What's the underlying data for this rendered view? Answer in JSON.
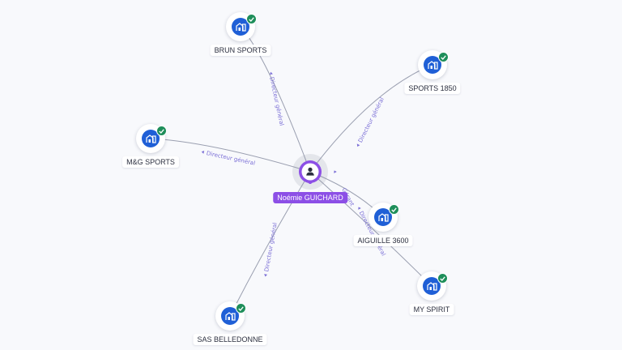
{
  "person": {
    "name": "Noémie GUICHARD",
    "icon": "user-icon",
    "accent_color": "#8c4fe6"
  },
  "companies": [
    {
      "id": "brun",
      "name": "BRUN SPORTS",
      "relation": "Directeur général",
      "verified": true,
      "icon": "company-building-icon"
    },
    {
      "id": "sports1850",
      "name": "SPORTS 1850",
      "relation": "Directeur général",
      "verified": true,
      "icon": "company-building-icon"
    },
    {
      "id": "mg",
      "name": "M&G SPORTS",
      "relation": "Directeur général",
      "verified": true,
      "icon": "company-building-icon"
    },
    {
      "id": "aiguille",
      "name": "AIGUILLE 3600",
      "relation": "Gérant",
      "verified": true,
      "icon": "company-building-icon"
    },
    {
      "id": "myspirit",
      "name": "MY SPIRIT",
      "relation": "Directeur général",
      "verified": true,
      "icon": "company-building-icon"
    },
    {
      "id": "belledonne",
      "name": "SAS BELLEDONNE",
      "relation": "Directeur général",
      "verified": true,
      "icon": "company-building-icon"
    }
  ],
  "colors": {
    "company_icon": "#1f5fd6",
    "verified_badge": "#1e8e5a",
    "edge": "#9a9fb0",
    "edge_label": "#7b6fd6"
  }
}
